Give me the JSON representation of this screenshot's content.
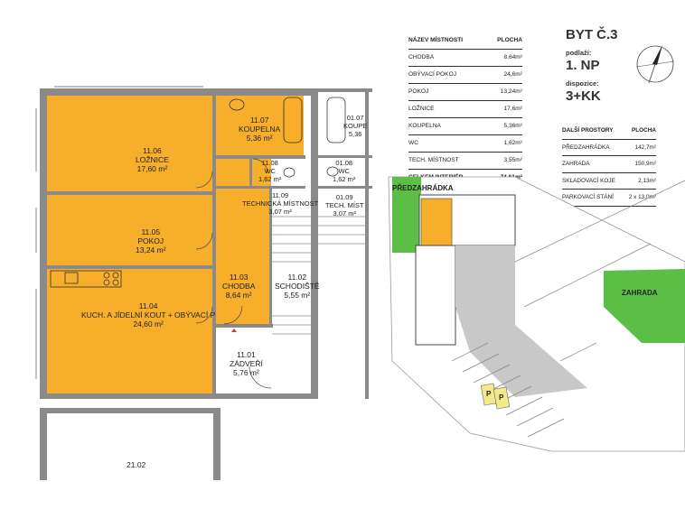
{
  "colors": {
    "room": "#f7ae2b",
    "wall": "#8a8a8a",
    "garden": "#5cbf45",
    "parking": "#f5e88a"
  },
  "plan": {
    "rooms": [
      {
        "num": "11.06",
        "name": "LOŽNICE",
        "area": "17,60 m²"
      },
      {
        "num": "11.05",
        "name": "POKOJ",
        "area": "13,24 m²"
      },
      {
        "num": "11.04",
        "name": "KUCH. A JÍDELNÍ KOUT + OBÝVACÍ P",
        "area": "24,60 m²"
      },
      {
        "num": "11.07",
        "name": "KOUPELNA",
        "area": "5,36 m²"
      },
      {
        "num": "11.08",
        "name": "WC",
        "area": "1,62 m²"
      },
      {
        "num": "11.09",
        "name": "TECHNICKÁ MÍSTNOST",
        "area": "3,07 m²"
      },
      {
        "num": "11.03",
        "name": "CHODBA",
        "area": "8,64 m²"
      },
      {
        "num": "11.02",
        "name": "SCHODIŠTĚ",
        "area": "5,55 m²"
      },
      {
        "num": "11.01",
        "name": "ZÁDVEŘÍ",
        "area": "5,76 m²"
      },
      {
        "num": "01.07",
        "name": "KOUPE",
        "area": "5,36"
      },
      {
        "num": "01.08",
        "name": "WC",
        "area": "1,62 m²"
      },
      {
        "num": "01.09",
        "name": "TECH. MÍST",
        "area": "3,07 m²"
      },
      {
        "num": "21.02",
        "name": "",
        "area": ""
      }
    ]
  },
  "rooms_table": {
    "headers": [
      "NÁZEV MÍSTNOSTI",
      "PLOCHA"
    ],
    "rows": [
      [
        "CHODBA",
        "8,64m²"
      ],
      [
        "OBÝVACÍ POKOJ",
        "24,6m²"
      ],
      [
        "POKOJ",
        "13,24m²"
      ],
      [
        "LOŽNICE",
        "17,6m²"
      ],
      [
        "KOUPELNA",
        "5,36m²"
      ],
      [
        "WC",
        "1,62m²"
      ],
      [
        "TECH. MÍSTNOST",
        "3,55m²"
      ],
      [
        "CELKEM INTERIÉR",
        "74,61m²"
      ]
    ]
  },
  "unit": {
    "title": "BYT Č.3",
    "floor_label": "podlaží:",
    "floor_value": "1. NP",
    "layout_label": "dispozice:",
    "layout_value": "3+KK"
  },
  "extra_table": {
    "headers": [
      "DALŠÍ PROSTORY",
      "PLOCHA"
    ],
    "rows": [
      [
        "PŘEDZAHRÁDKA",
        "142,7m²"
      ],
      [
        "ZAHRADA",
        "150,9m²"
      ],
      [
        "SKLADOVACÍ KOJE",
        "2,13m²"
      ],
      [
        "PARKOVACÍ STÁNÍ",
        "2 x 13,0m²"
      ]
    ]
  },
  "site": {
    "front_garden": "PŘEDZAHRÁDKA",
    "garden": "ZAHRADA",
    "parking": [
      "P",
      "P"
    ]
  },
  "icons": [
    "north-arrow-icon"
  ]
}
